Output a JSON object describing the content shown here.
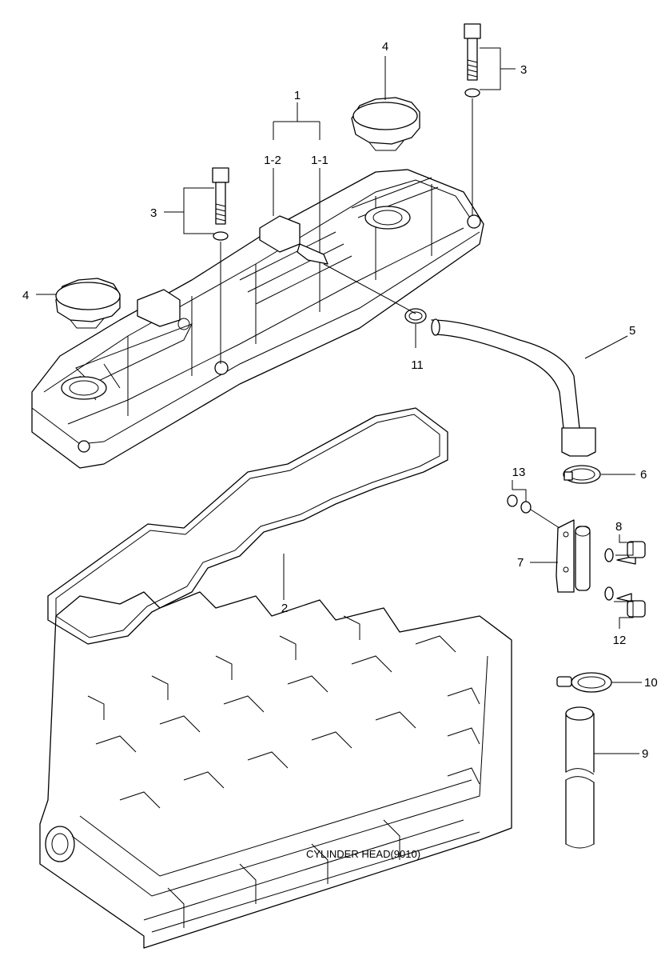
{
  "callouts": {
    "c1": "1",
    "c1_2": "1-2",
    "c1_1": "1-1",
    "c2": "2",
    "c3_top": "3",
    "c3_left": "3",
    "c4_top": "4",
    "c4_left": "4",
    "c5": "5",
    "c6": "6",
    "c7": "7",
    "c8": "8",
    "c9": "9",
    "c10": "10",
    "c11": "11",
    "c12": "12",
    "c13": "13"
  },
  "caption": "CYLINDER HEAD(9010)"
}
